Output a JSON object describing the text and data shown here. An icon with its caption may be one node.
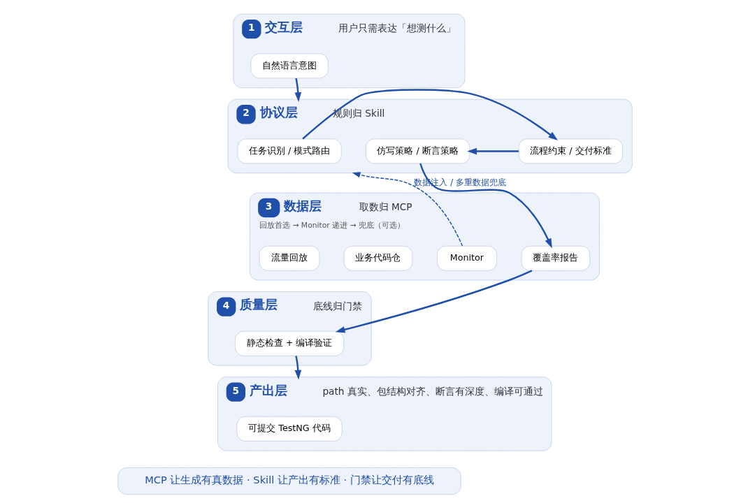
{
  "diagram": {
    "nodes": [
      {
        "text": [
          "1",
          "交互层",
          "用户只需表达「想测什么」"
        ]
      },
      {
        "text": [
          "自然语言意图"
        ],
        "in": 0
      },
      {
        "text": [
          "2",
          "协议层",
          "规则归 Skill"
        ]
      },
      {
        "text": [
          "任务识别 / 模式路由"
        ],
        "in": 2
      },
      {
        "text": [
          "流程约束 / 交付标准"
        ],
        "in": 2
      },
      {
        "text": [
          "仿写策略 / 断言策略"
        ],
        "in": 2
      },
      {
        "text": [
          "3",
          "数据层",
          "取数归 MCP",
          "回放首选 → Monitor 递进 → 兜底（可选）"
        ]
      },
      {
        "text": [
          "流量回放"
        ],
        "in": 6
      },
      {
        "text": [
          "Monitor"
        ],
        "in": 6
      },
      {
        "text": [
          "业务代码仓"
        ],
        "in": 6
      },
      {
        "text": [
          "覆盖率报告"
        ],
        "in": 6
      },
      {
        "text": [
          "4",
          "质量层",
          "底线归门禁"
        ]
      },
      {
        "text": [
          "静态检查 + 编译验证"
        ],
        "in": 11
      },
      {
        "text": [
          "5",
          "产出层",
          "path 真实、包结构对齐、断言有深度、编译可通过"
        ]
      },
      {
        "text": [
          "可提交 TestNG 代码"
        ],
        "in": 13
      },
      {
        "text": [
          "MCP 让生成有真数据 · Skill 让产出有标准 · 门禁让交付有底线"
        ]
      }
    ],
    "edges": [
      {
        "from": 1,
        "to": 2,
        "arrow": "to"
      },
      {
        "from": 3,
        "to": 4,
        "arrow": "to"
      },
      {
        "from": 4,
        "to": 5,
        "arrow": "to"
      },
      {
        "from": 5,
        "to": 10,
        "arrow": "to"
      },
      {
        "from": 8,
        "to": 2,
        "arrow": "to",
        "label": "数据注入 / 多重数据兜底",
        "style": "dashed"
      },
      {
        "from": 10,
        "to": 12,
        "arrow": "to"
      },
      {
        "from": 12,
        "to": 13,
        "arrow": "to"
      }
    ]
  }
}
